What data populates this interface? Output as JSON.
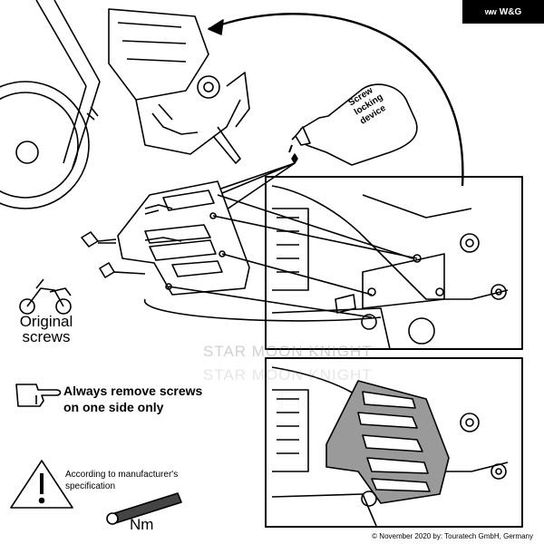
{
  "badge": {
    "mark": "ᴡᴡ",
    "text": "W&G"
  },
  "bottle_label": [
    "Screw",
    "locking",
    "device"
  ],
  "original_screws": [
    "Original",
    "screws"
  ],
  "instruction": [
    "Always remove screws",
    "on one side only"
  ],
  "torque_note": [
    "According to manufacturer's",
    "specification"
  ],
  "torque_unit": "Nm",
  "watermark": [
    "STAR MOON KNIGHT",
    "STAR MOON KNIGHT"
  ],
  "copyright": "© November 2020 by: Touratech GmbH, Germany"
}
